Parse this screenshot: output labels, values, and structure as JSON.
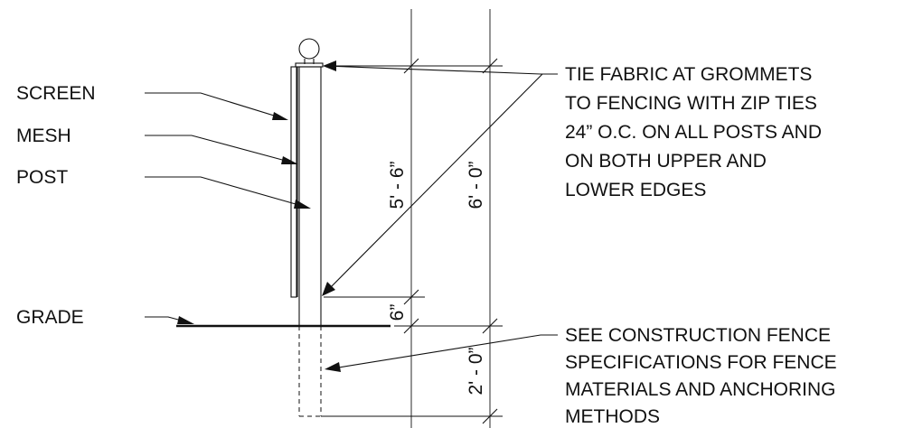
{
  "labels": {
    "screen": "SCREEN",
    "mesh": "MESH",
    "post": "POST",
    "grade": "GRADE"
  },
  "notes": {
    "tie_fabric": [
      "TIE FABRIC AT GROMMETS",
      "TO FENCING WITH ZIP TIES",
      "24” O.C. ON ALL POSTS AND",
      "ON BOTH UPPER AND",
      "LOWER EDGES"
    ],
    "see_spec": [
      "SEE CONSTRUCTION FENCE",
      "SPECIFICATIONS FOR FENCE",
      "MATERIALS AND ANCHORING",
      "METHODS"
    ]
  },
  "dimensions": {
    "fabric_height": "5' - 6”",
    "total_height": "6' - 0”",
    "bottom_gap": "6”",
    "embed_depth": "2' - 0”"
  }
}
